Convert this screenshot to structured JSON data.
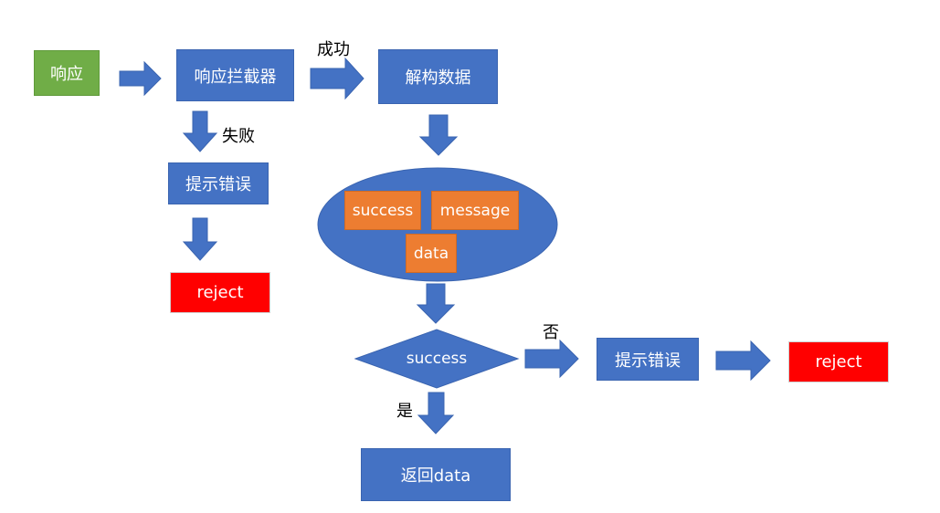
{
  "nodes": {
    "response": "响应",
    "interceptor": "响应拦截器",
    "parse_data": "解构数据",
    "show_error_left": "提示错误",
    "reject_left": "reject",
    "field_success": "success",
    "field_message": "message",
    "field_data": "data",
    "decision": "success",
    "show_error_right": "提示错误",
    "reject_right": "reject",
    "return_data": "返回data"
  },
  "edge_labels": {
    "success": "成功",
    "failure": "失败",
    "no": "否",
    "yes": "是"
  },
  "colors": {
    "blue": "#4472c4",
    "green": "#70ad47",
    "orange": "#ed7d31",
    "red": "#ff0000"
  }
}
